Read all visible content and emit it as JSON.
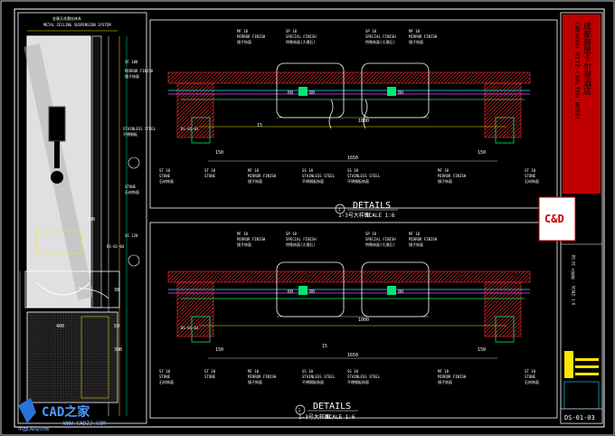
{
  "hotel": {
    "name_cn": "成都丽思卡尔顿酒店",
    "name_en": "CHENGDU RITZ-CARLTON HOTEL",
    "logo_text": "C&D"
  },
  "left_panel": {
    "header_cn": "金属天花悬挂体系",
    "header_en": "METAL CEILING SUSPENSION SYSTEM",
    "labels": [
      "SF 100",
      "SS 120",
      "STONE",
      "石材饰面",
      "STAINLESS STEEL",
      "不锈钢板",
      "MIRROR FINISH",
      "镜子饰面",
      "DS-01-04"
    ],
    "dims": [
      "100",
      "400",
      "300",
      "30",
      "50"
    ]
  },
  "details": [
    {
      "title": "DETAILS",
      "subtitle": "1-3号大样图",
      "scale": "SCALE 1:6",
      "marker_num": "1",
      "marker_sheet": "DS-01-03",
      "dims": [
        "1000",
        "1650",
        "80",
        "60",
        "150",
        "15"
      ],
      "callouts": [
        {
          "code": "MF 10",
          "en": "MIRROR FINISH",
          "cn": "镜子饰面"
        },
        {
          "code": "SP 10",
          "en": "SPECIAL FINISH",
          "cn": "特殊饰面(大理石)"
        },
        {
          "code": "SS 10",
          "en": "STAINLESS STEEL",
          "cn": "不锈钢板饰面"
        },
        {
          "code": "ST 10",
          "en": "STONE",
          "cn": "石材饰面"
        }
      ]
    },
    {
      "title": "DETAILS",
      "subtitle": "1-3号大样图",
      "scale": "SCALE 1:6",
      "marker_num": "2",
      "marker_sheet": "DS-01-03",
      "dims": [
        "1000",
        "1650",
        "80",
        "60",
        "150",
        "15"
      ],
      "callouts": [
        {
          "code": "MF 10",
          "en": "MIRROR FINISH",
          "cn": "镜子饰面"
        },
        {
          "code": "SP 10",
          "en": "SPECIAL FINISH",
          "cn": "特殊饰面(大理石)"
        },
        {
          "code": "SS 10",
          "en": "STAINLESS STEEL",
          "cn": "不锈钢板饰面"
        },
        {
          "code": "ST 10",
          "en": "STONE",
          "cn": "石材饰面"
        }
      ]
    }
  ],
  "title_block": {
    "drawing_info": "DS-01 大样图 · SCALE 1:6",
    "sheet_no": "DS-01-03"
  },
  "watermark": {
    "brand": "CAD之家",
    "url": "WWW.CADZJ.COM",
    "tagline": "中国CAD设计网"
  },
  "colors": {
    "frame": "#e8e8e8",
    "line_yellow": "#ffe600",
    "line_green": "#00e676",
    "line_red": "#ff2020",
    "line_cyan": "#20e0ff",
    "line_magenta": "#ff40ff",
    "sheet_red": "#c00000"
  }
}
